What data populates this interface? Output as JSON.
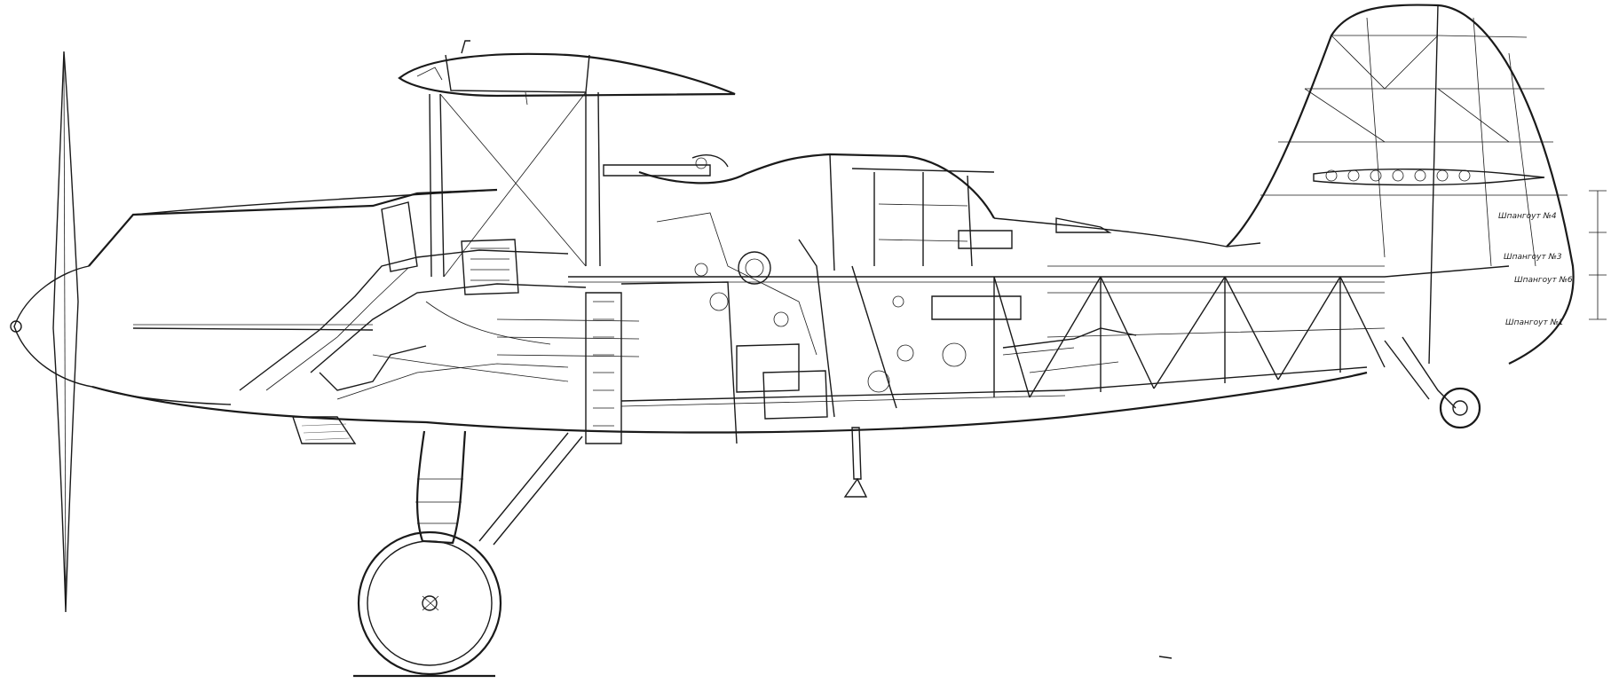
{
  "colors": {
    "ink": "#1a1a1a",
    "paper": "#ffffff"
  },
  "labels": {
    "frame_4": "Шпангоут №4",
    "frame_3": "Шпангоут №3",
    "frame_6": "Шпангоут №6",
    "frame_1": "Шпангоут №1"
  }
}
